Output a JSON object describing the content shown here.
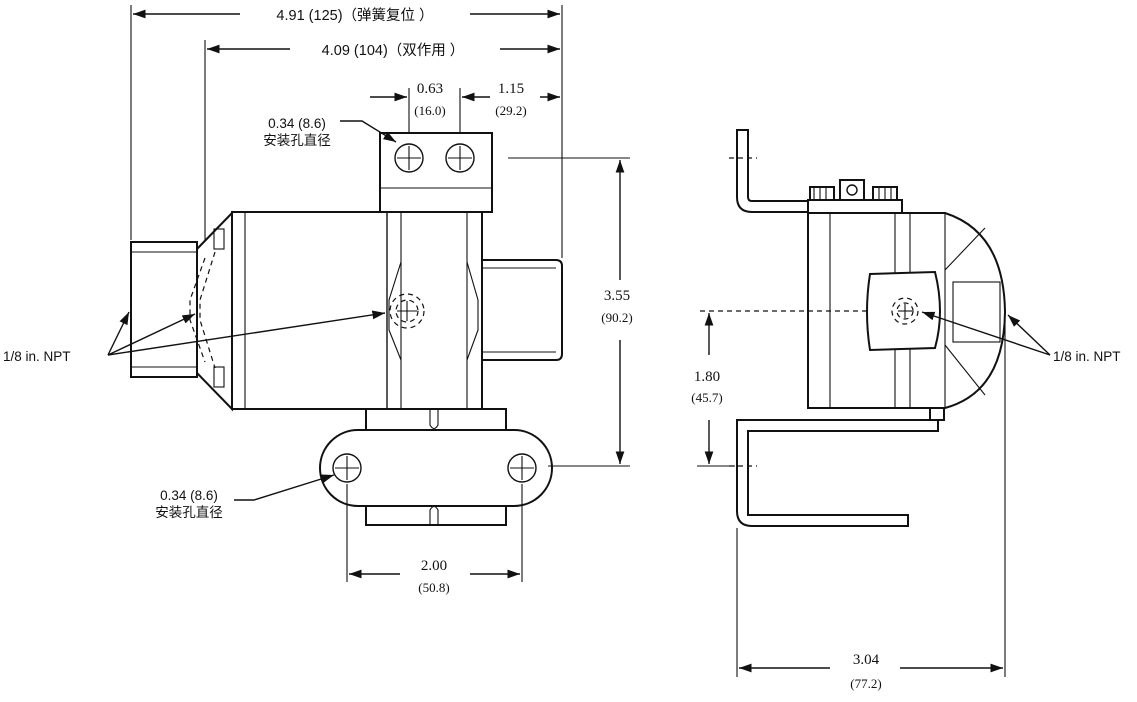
{
  "dimensions": {
    "overall_spring_return": "4.91 (125)（弹簧复位 ）",
    "overall_double_acting": "4.09 (104)（双作用 ）",
    "port_spacing_in": "0.63",
    "port_spacing_mm": "(16.0)",
    "port_offset_in": "1.15",
    "port_offset_mm": "(29.2)",
    "height_in": "3.55",
    "height_mm": "(90.2)",
    "bracket_spacing_in": "2.00",
    "bracket_spacing_mm": "(50.8)",
    "side_height_in": "1.80",
    "side_height_mm": "(45.7)",
    "side_width_in": "3.04",
    "side_width_mm": "(77.2)"
  },
  "callouts": {
    "mounting_hole_top_line1": "0.34 (8.6)",
    "mounting_hole_top_line2": "安装孔直径",
    "mounting_hole_bottom_line1": "0.34 (8.6)",
    "mounting_hole_bottom_line2": "安装孔直径",
    "npt_left": "1/8 in. NPT",
    "npt_right": "1/8 in. NPT"
  }
}
